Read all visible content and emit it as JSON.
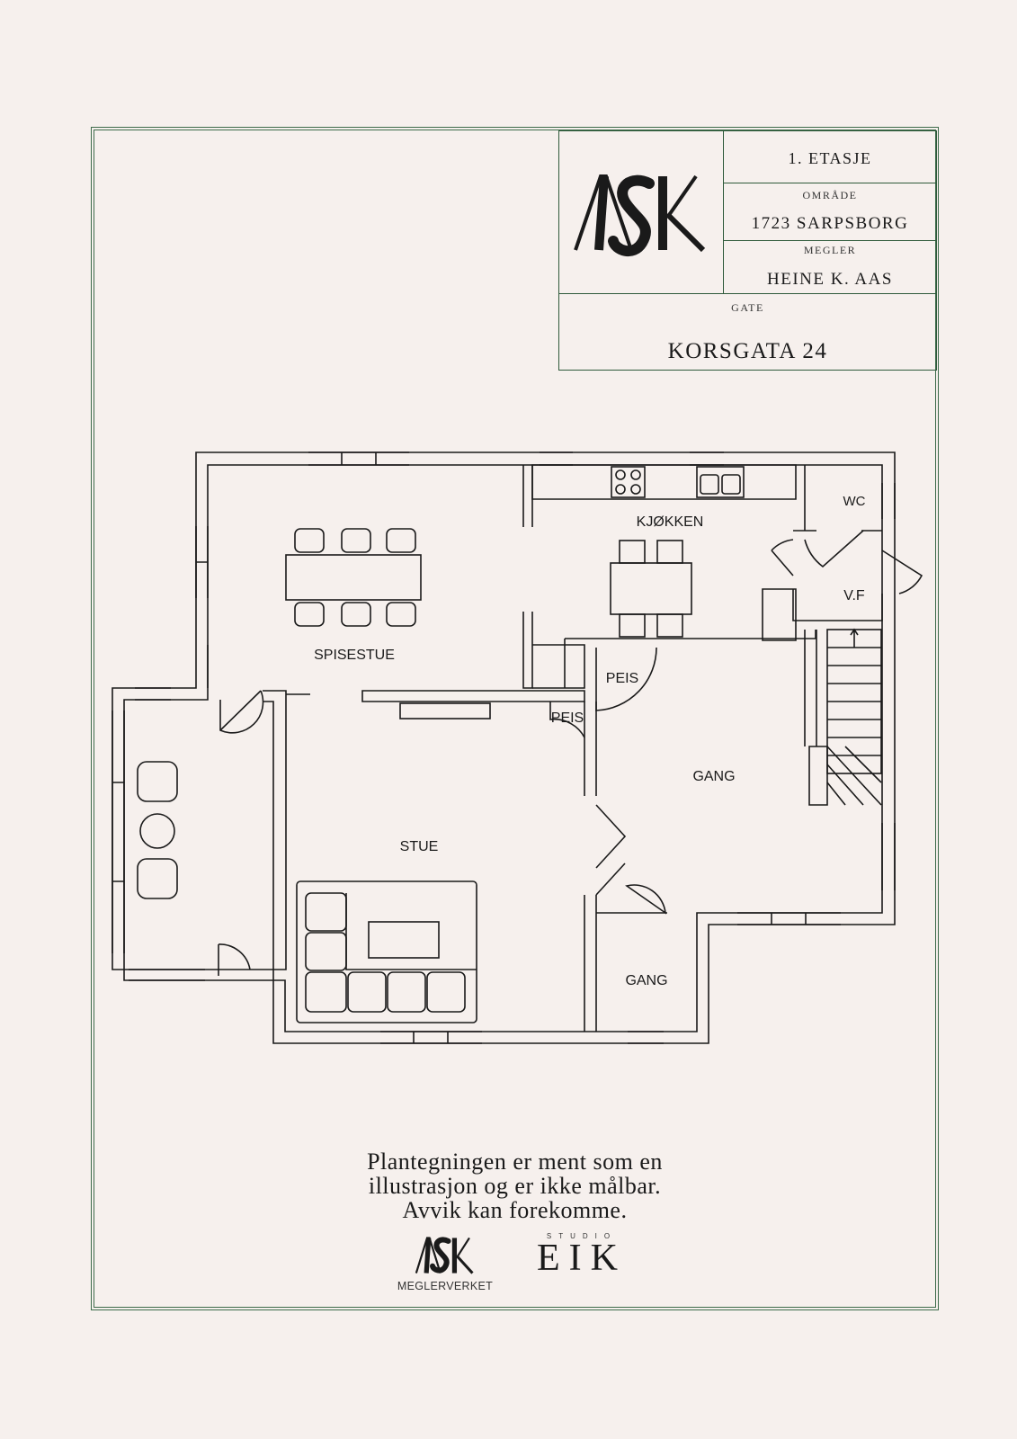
{
  "title_block": {
    "floor": "1. ETASJE",
    "area_label": "OMRÅDE",
    "area": "1723 SARPSBORG",
    "agent_label": "MEGLER",
    "agent": "HEINE K. AAS",
    "street_label": "GATE",
    "street": "KORSGATA 24",
    "logo_text": "ASK"
  },
  "rooms": {
    "spisestue": "SPISESTUE",
    "kjokken": "KJØKKEN",
    "wc": "WC",
    "vf": "V.F",
    "peis1": "PEIS",
    "peis2": "PEIS",
    "gang1": "GANG",
    "stue": "STUE",
    "gang2": "GANG"
  },
  "disclaimer": {
    "line1": "Plantegningen er ment som en",
    "line2": "illustrasjon og er ikke målbar.",
    "line3": "Avvik kan forekomme."
  },
  "footer": {
    "ask_logo": "ASK",
    "ask_sub": "MEGLERVERKET",
    "eik_studio": "STUDIO",
    "eik_name": "EIK"
  },
  "colors": {
    "frame": "#3d6b4a",
    "background": "#f6f0ed",
    "ink": "#1a1a1a"
  }
}
